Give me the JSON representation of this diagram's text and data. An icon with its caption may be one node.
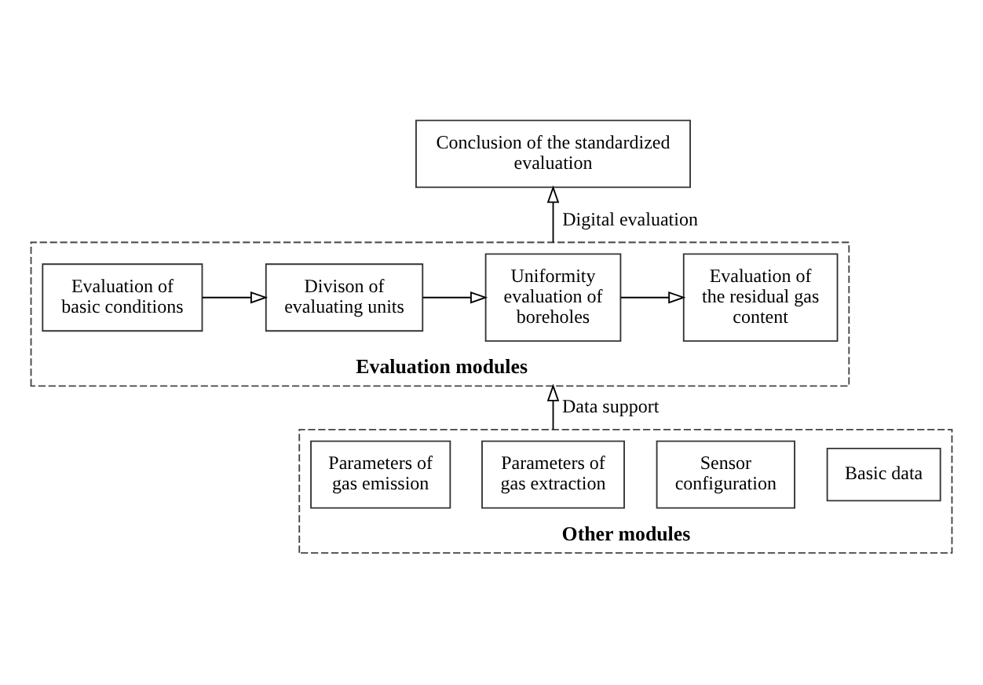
{
  "diagram": {
    "nodes": [
      {
        "text": [
          "Conclusion of the standardized evaluation"
        ]
      },
      {
        "text": [
          "Evaluation modules"
        ]
      },
      {
        "text": [
          "Evaluation of basic conditions"
        ],
        "in": 1
      },
      {
        "text": [
          "Divison of evaluating units"
        ],
        "in": 1
      },
      {
        "text": [
          "Uniformity evaluation of boreholes"
        ],
        "in": 1
      },
      {
        "text": [
          "Evaluation of the residual gas content"
        ],
        "in": 1
      },
      {
        "text": [
          "Other modules"
        ]
      },
      {
        "text": [
          "Basic data"
        ],
        "in": 6
      },
      {
        "text": [
          "Sensor configuration"
        ],
        "in": 6
      },
      {
        "text": [
          "Parameters of gas extraction"
        ],
        "in": 6
      },
      {
        "text": [
          "Parameters of gas emission"
        ],
        "in": 6
      }
    ],
    "edges": [
      {
        "from": 1,
        "to": 0,
        "arrow": "to",
        "label": "Digital evaluation"
      },
      {
        "from": 2,
        "to": 3,
        "arrow": "to"
      },
      {
        "from": 3,
        "to": 4,
        "arrow": "to"
      },
      {
        "from": 4,
        "to": 5,
        "arrow": "to"
      },
      {
        "from": 6,
        "to": 1,
        "arrow": "to",
        "label": "Data support"
      }
    ]
  }
}
